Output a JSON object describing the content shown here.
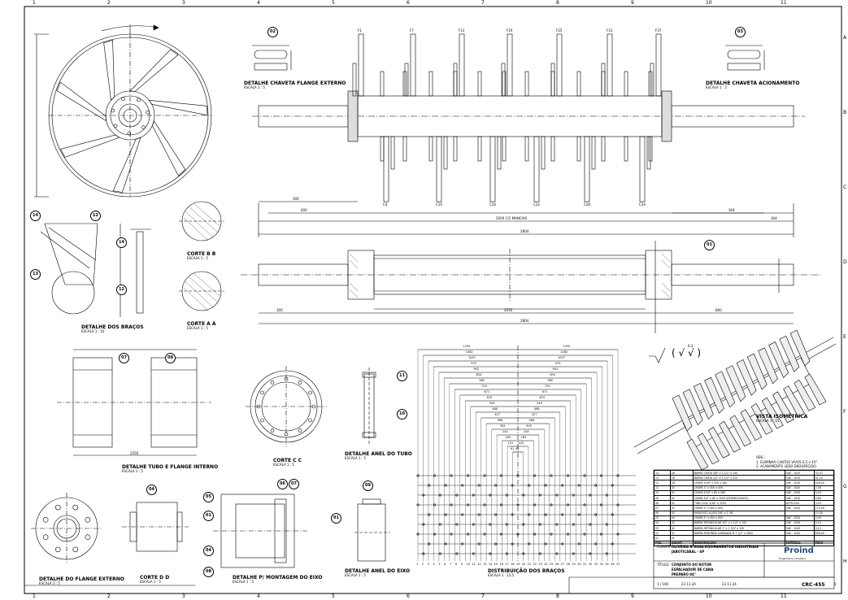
{
  "zones": {
    "columns": [
      "1",
      "2",
      "3",
      "4",
      "5",
      "6",
      "7",
      "8",
      "9",
      "10",
      "11"
    ],
    "rows": [
      "A",
      "B",
      "C",
      "D",
      "E",
      "F",
      "G",
      "H"
    ]
  },
  "views": {
    "flange_externo_chaveta": {
      "title": "DETALHE CHAVETA FLANGE EXTERNO",
      "scale": "ESCALA 1 : 5"
    },
    "chaveta_acionamento": {
      "title": "DETALHE CHAVETA ACIONAMENTO",
      "scale": "ESCALA 1 : 5"
    },
    "bracos": {
      "title": "DETALHE DOS BRAÇOS",
      "scale": "ESCALA 1 : 10"
    },
    "corte_bb": {
      "title": "CORTE B B",
      "scale": "ESCALA 1 : 5"
    },
    "corte_aa": {
      "title": "CORTE A A",
      "scale": "ESCALA 1 : 5"
    },
    "tubo_flange": {
      "title": "DETALHE TUBO E FLANGE INTERNO",
      "scale": "ESCALA 1 : 5"
    },
    "corte_cc": {
      "title": "CORTE C C",
      "scale": "ESCALA 1 : 5"
    },
    "anel_tubo": {
      "title": "DETALHE ANEL DO TUBO",
      "scale": "ESCALA 1 : 5"
    },
    "distribuicao": {
      "title": "DISTRIBUIÇÃO DOS BRAÇOS",
      "scale": "ESCALA 1 : 12,5"
    },
    "isometrica": {
      "title": "VISTA ISOMÉTRICA",
      "scale": "ESCALA 1 : 15"
    },
    "flange_externo": {
      "title": "DETALHE DO FLANGE EXTERNO",
      "scale": "ESCALA 1 : 5"
    },
    "corte_dd": {
      "title": "CORTE D D",
      "scale": "ESCALA 1 : 5"
    },
    "montagem_eixo": {
      "title": "DETALHE P/ MONTAGEM DO EIXO",
      "scale": "ESCALA 1 : 5"
    },
    "anel_eixo": {
      "title": "DETALHE ANEL DO EIXO",
      "scale": "ESCALA 1 : 5"
    }
  },
  "dimensions": {
    "center_span": "2000 C/C MANCAIS",
    "overall": "2804",
    "d_lower": "2804",
    "left_a": "300",
    "left_b": "600",
    "right_a": "304",
    "right_b": "304",
    "tube": "2250",
    "s1": "300",
    "s2": "2050",
    "s3": "800"
  },
  "bubbles": [
    "01",
    "02",
    "03",
    "04",
    "05",
    "06",
    "07",
    "08",
    "09",
    "10",
    "11",
    "12",
    "13",
    "14"
  ],
  "arm_labels_top": [
    "F1",
    "F7",
    "F13",
    "F19",
    "F25",
    "F31",
    "F37"
  ],
  "arm_labels_bottom": [
    "C4",
    "C10",
    "C16",
    "C22",
    "C28",
    "C34"
  ],
  "distribution": {
    "dims": [
      "1250",
      "1250",
      "1062",
      "1062",
      "1037",
      "1037",
      "970",
      "970",
      "902",
      "902",
      "834",
      "834",
      "766",
      "766",
      "725",
      "725",
      "671",
      "671",
      "610",
      "610",
      "549",
      "549",
      "488",
      "488",
      "427",
      "427",
      "366",
      "366",
      "305",
      "305",
      "244",
      "244",
      "183",
      "183",
      "122",
      "122",
      "61",
      "61"
    ],
    "axis_numbers": [
      "1",
      "2",
      "3",
      "4",
      "5",
      "6",
      "7",
      "8",
      "9",
      "10",
      "11",
      "12",
      "13",
      "14",
      "15",
      "16",
      "17",
      "18",
      "19",
      "20",
      "21",
      "22",
      "23",
      "24",
      "25",
      "26",
      "27",
      "28",
      "29",
      "30",
      "31",
      "32",
      "33",
      "34",
      "35",
      "36",
      "37"
    ]
  },
  "notes": {
    "title": "OBS.:",
    "lines": [
      "1. ELIMINAR CANTOS VIVOS 0,5 x 45°.",
      "2. ACABAMENTO LEDO ENDUERCIDO."
    ]
  },
  "bom": [
    [
      "14",
      "28",
      "BARRA CHATA 3/8\" x 1.1/2\" x 150",
      "SAE - 1020",
      "33,47"
    ],
    [
      "13",
      "28",
      "BARRA CHATA 1/2\" x 1.1/2\" x 220",
      "SAE - 1020",
      "41,10"
    ],
    [
      "12",
      "28",
      "CHAPA 3/16\" x 325 x 180",
      "SAE - 1020",
      "426,00"
    ],
    [
      "11",
      "02",
      "CHAPA 1\" x 450 x 450 ",
      "SAE - 1020",
      "2,36"
    ],
    [
      "10",
      "01",
      "CHAPA 5/16\" x 80 x 285 ",
      "SAE - 1020",
      "0,20"
    ],
    [
      "09",
      "01",
      "CHAPA 3/4\" x 80 x 1000 (DESENVOLVIDO)",
      "SAE - 1020",
      "0,80"
    ],
    [
      "08",
      "01",
      "TUBO SCH. 3/16\" x 2250 ",
      "ASTM 254",
      "3,20"
    ],
    [
      "07",
      "01",
      "CHAPA 1\" x 450 x 450 ",
      "SAE - 1020",
      "172,00"
    ],
    [
      "06",
      "02",
      "PARAFUSO ALLEN 5/8\" x 2\" NC",
      "",
      "13,50"
    ],
    [
      "05",
      "04",
      "CHAPA 5\" x 450 x 450 ",
      "SAE - 1020",
      "0,29"
    ],
    [
      "04",
      "02",
      "BARRA RETANGULAR 1/2\" x 1.1/2\" x 150",
      "SAE - 1045",
      "0,14"
    ],
    [
      "03",
      "02",
      "BARRA RETANGULAR 1\" x 1.3/4\" x 150",
      "SAE - 1045",
      "0,14"
    ],
    [
      "02",
      "01",
      "BARRA REDONDA LAMINADA Ø 7.1/2\" x 2804",
      "SAE - 1045",
      "636,00"
    ],
    [
      "01",
      "01",
      "",
      "",
      ""
    ]
  ],
  "bom_header": [
    "POS.",
    "QUANT.",
    "DENOMINAÇÃO",
    "MATERIAL",
    "PESO"
  ],
  "title_block": {
    "client_label": "CLIENTE:",
    "client": "OLIVEIRA & SILVA EQUIPAMENTOS INDUSTRIAIS",
    "location": "JABOTICABAL - SP",
    "title_label": "TÍTULO:",
    "title1": "CONJUNTO DO ROTOR",
    "title2": "ESPALHADOR DE CANA",
    "title3": "PREPARO 84\"",
    "company": "Proind",
    "company_sub": "Engenharia e Projetos",
    "drawing_no": "CRC-455",
    "sheet": "0",
    "date1": "23.11.24",
    "date2": "23.11.24",
    "scale": "1 / 100"
  },
  "surface_symbol": "( √ √ )",
  "roughness": "6,3"
}
